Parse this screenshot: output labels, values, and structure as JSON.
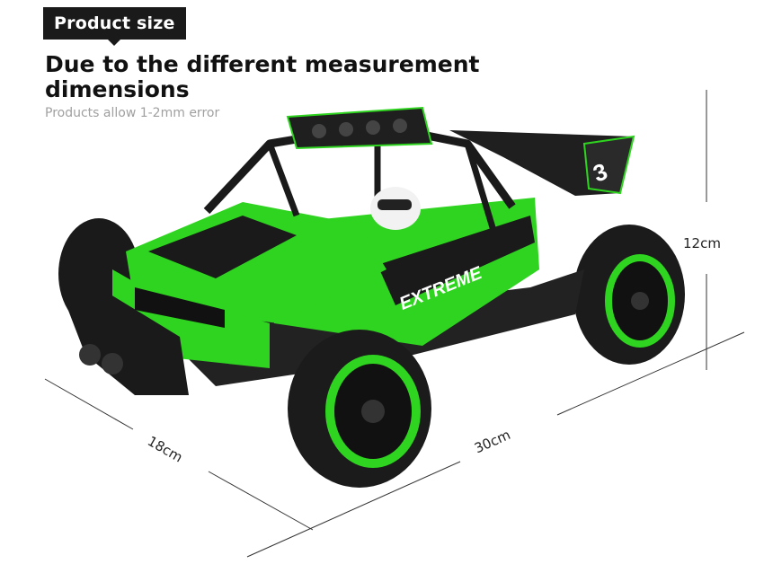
{
  "header": {
    "badge_label": "Product size",
    "headline": "Due to the different measurement dimensions",
    "subline": "Products allow 1-2mm error"
  },
  "product": {
    "name": "rc-buggy",
    "decals": [
      "EXTREME",
      "3"
    ]
  },
  "dimensions": {
    "height": "12cm",
    "width": "18cm",
    "length": "30cm"
  },
  "colors": {
    "accent": "#2ed41f",
    "body_dark": "#1c1c1c",
    "badge_bg": "#1a1a1a"
  }
}
